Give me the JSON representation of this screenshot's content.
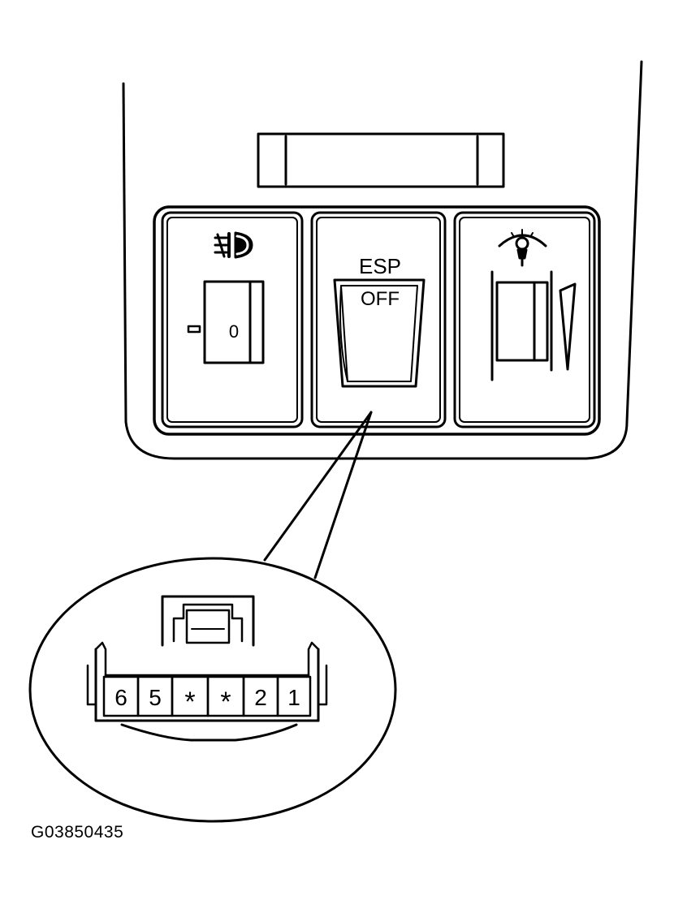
{
  "switches": {
    "fog": {
      "mark": "0"
    },
    "esp": {
      "label_top": "ESP",
      "label_bottom": "OFF"
    }
  },
  "connector": {
    "pins": [
      "6",
      "5",
      "*",
      "*",
      "2",
      "1"
    ]
  },
  "figure_id": "G03850435",
  "colors": {
    "ink": "#000000",
    "paper": "#ffffff"
  },
  "icons": [
    "fog-light-icon",
    "dashboard-illumination-icon"
  ]
}
